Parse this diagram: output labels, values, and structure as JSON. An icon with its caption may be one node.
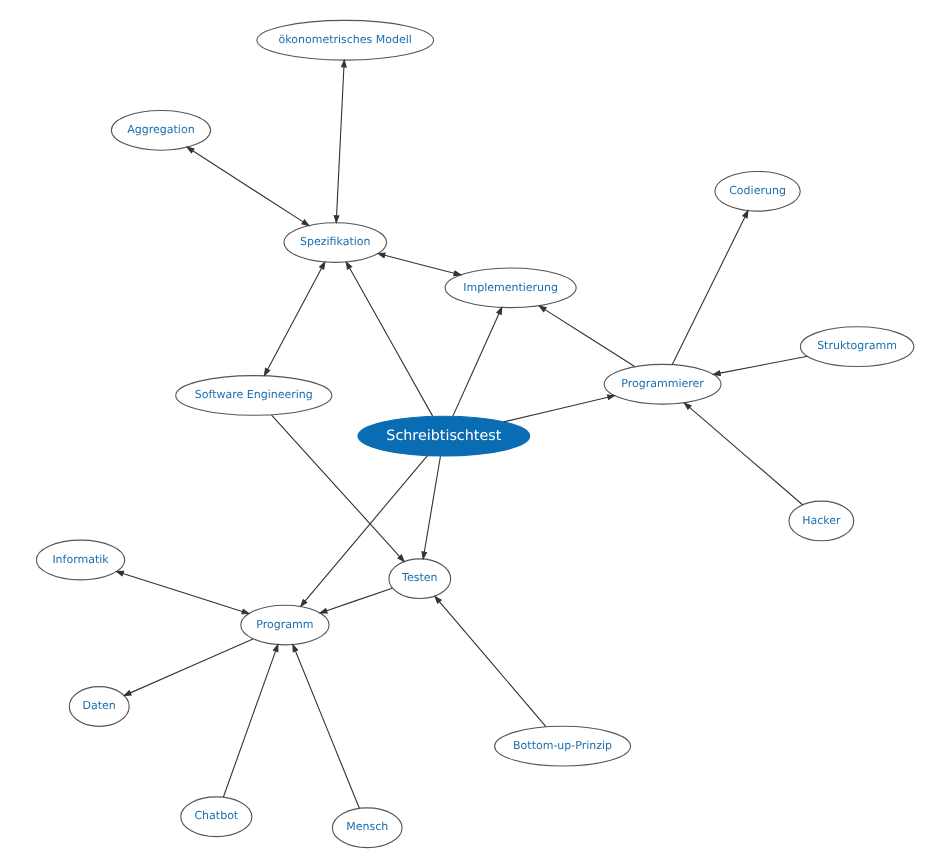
{
  "diagram": {
    "nodes": [
      {
        "text": [
          "Schreibtischtest"
        ]
      },
      {
        "text": [
          "ökonometrisches Modell"
        ]
      },
      {
        "text": [
          "Software Engineering"
        ]
      },
      {
        "text": [
          "Aggregation"
        ]
      },
      {
        "text": [
          "Spezifikation"
        ]
      },
      {
        "text": [
          "Implementierung"
        ]
      },
      {
        "text": [
          "Testen"
        ]
      },
      {
        "text": [
          "Programm"
        ]
      },
      {
        "text": [
          "Daten"
        ]
      },
      {
        "text": [
          "Mensch"
        ]
      },
      {
        "text": [
          "Chatbot"
        ]
      },
      {
        "text": [
          "Informatik"
        ]
      },
      {
        "text": [
          "Bottom-up-Prinzip"
        ]
      },
      {
        "text": [
          "Programmierer"
        ]
      },
      {
        "text": [
          "Codierung"
        ]
      },
      {
        "text": [
          "Struktogramm"
        ]
      },
      {
        "text": [
          "Hacker"
        ]
      }
    ],
    "edges": [
      {
        "from": 4,
        "to": 1,
        "arrow": "both"
      },
      {
        "from": 4,
        "to": 2,
        "arrow": "both"
      },
      {
        "from": 4,
        "to": 3,
        "arrow": "both"
      },
      {
        "from": 0,
        "to": 4,
        "arrow": "to"
      },
      {
        "from": 4,
        "to": 5,
        "arrow": "both"
      },
      {
        "from": 0,
        "to": 5,
        "arrow": "to"
      },
      {
        "from": 0,
        "to": 13,
        "arrow": "to"
      },
      {
        "from": 0,
        "to": 6,
        "arrow": "to"
      },
      {
        "from": 0,
        "to": 7,
        "arrow": "to"
      },
      {
        "from": 2,
        "to": 6,
        "arrow": "to"
      },
      {
        "from": 6,
        "to": 7,
        "arrow": "to"
      },
      {
        "from": 7,
        "to": 8,
        "arrow": "to"
      },
      {
        "from": 9,
        "to": 7,
        "arrow": "to"
      },
      {
        "from": 10,
        "to": 7,
        "arrow": "to"
      },
      {
        "from": 7,
        "to": 11,
        "arrow": "both"
      },
      {
        "from": 12,
        "to": 6,
        "arrow": "to"
      },
      {
        "from": 13,
        "to": 5,
        "arrow": "to"
      },
      {
        "from": 13,
        "to": 14,
        "arrow": "to"
      },
      {
        "from": 15,
        "to": 13,
        "arrow": "to"
      },
      {
        "from": 16,
        "to": 13,
        "arrow": "to"
      }
    ]
  }
}
